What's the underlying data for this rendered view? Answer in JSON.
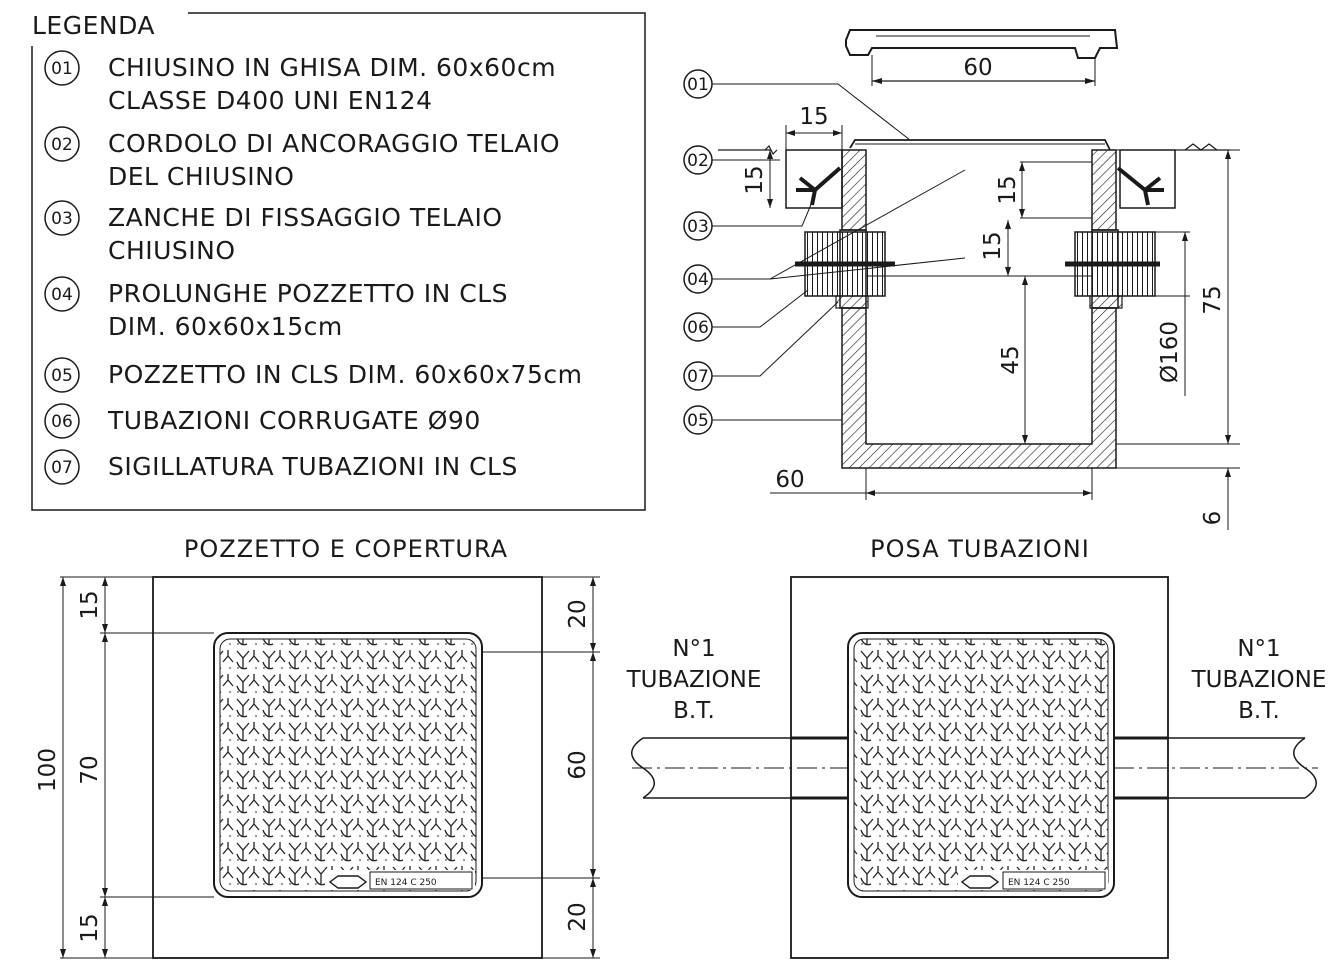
{
  "legend": {
    "title": "LEGENDA",
    "items": [
      {
        "num": "01",
        "lines": [
          "CHIUSINO IN GHISA DIM. 60x60cm",
          "CLASSE D400 UNI EN124"
        ]
      },
      {
        "num": "02",
        "lines": [
          "CORDOLO DI ANCORAGGIO TELAIO",
          "DEL CHIUSINO"
        ]
      },
      {
        "num": "03",
        "lines": [
          "ZANCHE DI FISSAGGIO TELAIO",
          "CHIUSINO"
        ]
      },
      {
        "num": "04",
        "lines": [
          "PROLUNGHE POZZETTO IN CLS",
          "DIM. 60x60x15cm"
        ]
      },
      {
        "num": "05",
        "lines": [
          "POZZETTO IN CLS DIM. 60x60x75cm"
        ]
      },
      {
        "num": "06",
        "lines": [
          "TUBAZIONI CORRUGATE Ø90"
        ]
      },
      {
        "num": "07",
        "lines": [
          "SIGILLATURA TUBAZIONI IN CLS"
        ]
      }
    ]
  },
  "section": {
    "callouts": [
      "01",
      "02",
      "03",
      "04",
      "06",
      "07",
      "05"
    ],
    "dims": {
      "top_cover_width": "60",
      "curb_width": "15",
      "curb_height": "15",
      "inner_top": "15",
      "extension": "15",
      "inner_depth": "45",
      "pipe_diameter": "Ø160",
      "total_height": "75",
      "bottom_width": "60",
      "base_thickness": "6"
    }
  },
  "plan_cover": {
    "title": "POZZETTO E COPERTURA",
    "dims": {
      "overall": "100",
      "top_margin": "15",
      "inner": "70",
      "bottom_margin": "15",
      "right_top": "20",
      "right_inner": "60",
      "right_bottom": "20"
    },
    "plate_text": "EN 124     C 250"
  },
  "plan_pipes": {
    "title": "POSA TUBAZIONI",
    "left_label": [
      "N°1",
      "TUBAZIONE",
      "B.T."
    ],
    "right_label": [
      "N°1",
      "TUBAZIONE",
      "B.T."
    ],
    "plate_text": "EN 124     C 250"
  }
}
